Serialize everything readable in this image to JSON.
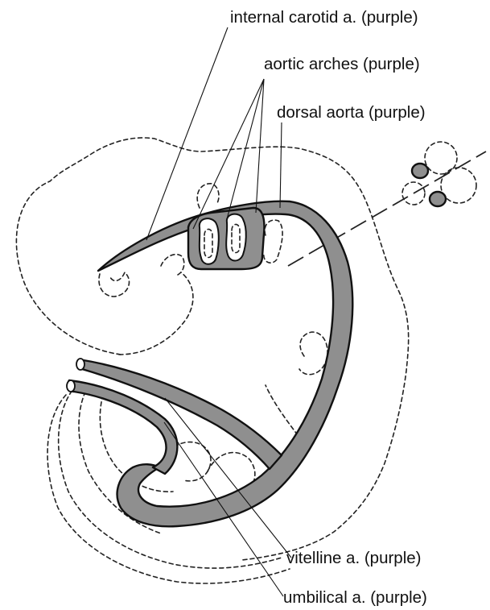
{
  "diagram": {
    "colors": {
      "vessel_fill": "#8f8f8f",
      "outline": "#111111",
      "dashed": "#222222",
      "background": "#ffffff"
    },
    "labels": {
      "internal_carotid": "internal carotid a. (purple)",
      "aortic_arches": "aortic arches (purple)",
      "dorsal_aorta": "dorsal aorta (purple)",
      "vitelline": "vitelline a. (purple)",
      "umbilical": "umbilical a. (purple)"
    }
  }
}
